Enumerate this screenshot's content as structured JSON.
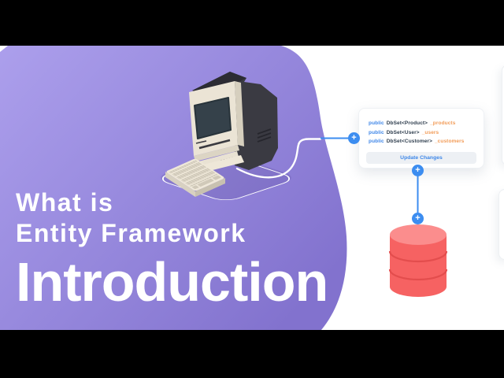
{
  "title": {
    "line1": "What is",
    "line2": "Entity Framework",
    "line3": "Introduction",
    "text_color": "#ffffff"
  },
  "blob_colors": {
    "start": "#ac9fec",
    "mid": "#9587dc",
    "end": "#8272ce"
  },
  "code_card": {
    "lines": [
      {
        "keyword": "public",
        "type": "DbSet",
        "generic": "<Product>",
        "field": "_products"
      },
      {
        "keyword": "public",
        "type": "DbSet",
        "generic": "<User>",
        "field": "_users"
      },
      {
        "keyword": "public",
        "type": "DbSet",
        "generic": "<Customer>",
        "field": "_customers"
      }
    ],
    "button_label": "Update Changes",
    "syntax_colors": {
      "keyword": "#3e86e8",
      "type": "#2f3e4e",
      "generic": "#2f3e4e",
      "field": "#f29b57"
    },
    "button_colors": {
      "bg": "#edf0f4",
      "text": "#3e87e8"
    }
  },
  "connector": {
    "plus_glyph": "+",
    "line_color": "#3c8df0",
    "badge_color": "#3c8df0"
  },
  "database_colors": {
    "top": "#fb8d8d",
    "body": "#f66262",
    "divider": "#e34d4d"
  },
  "letterbox_color": "#000000"
}
